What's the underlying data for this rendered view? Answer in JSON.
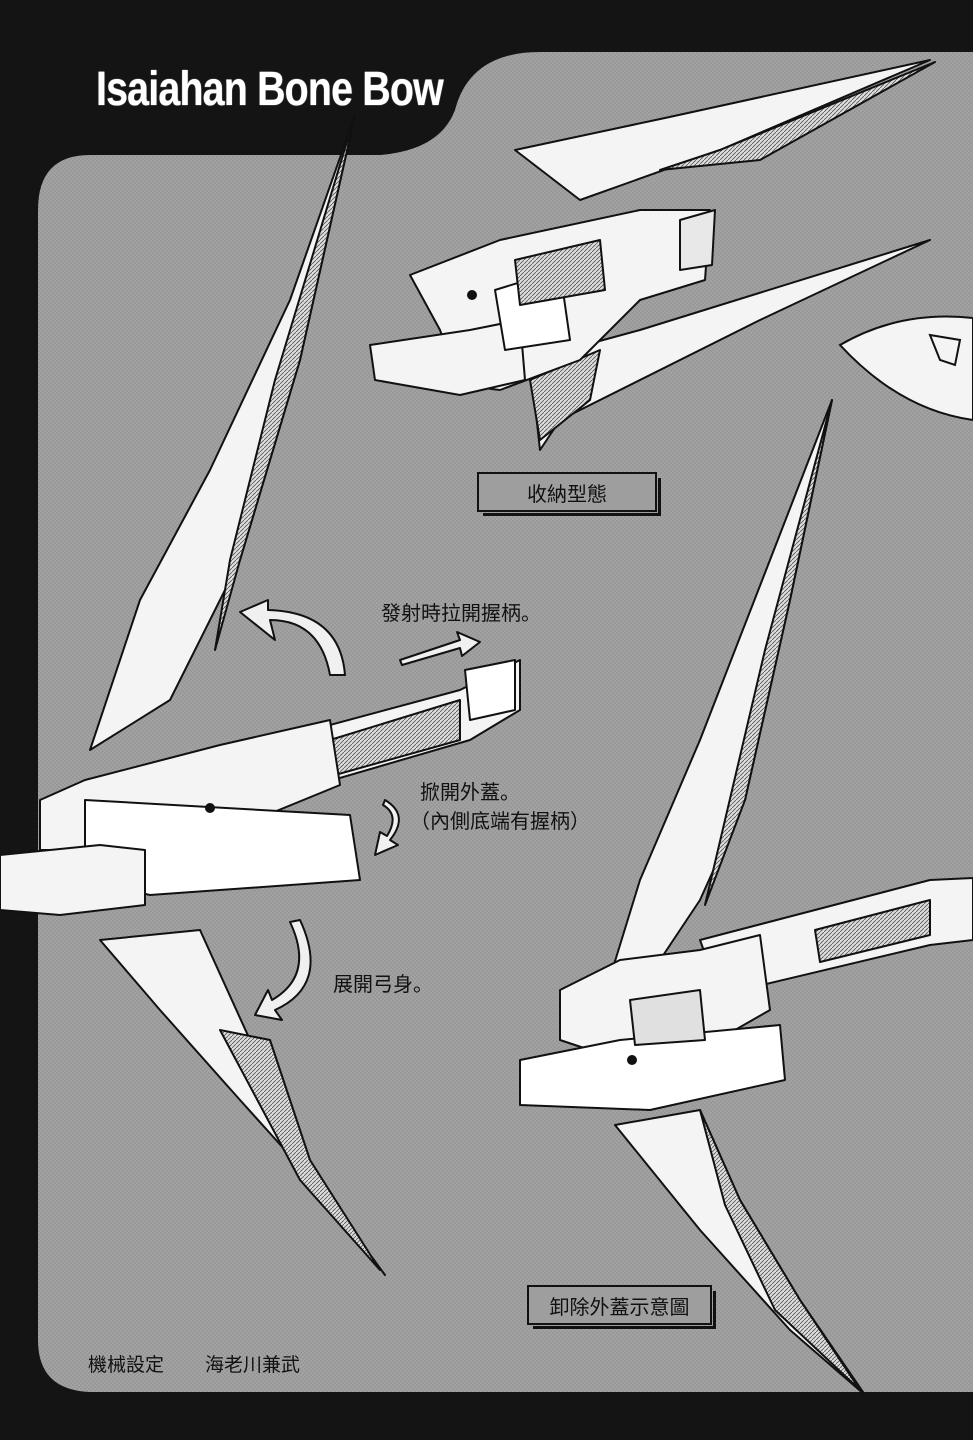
{
  "title": "Isaiahan Bone Bow",
  "labels": {
    "stowed": "收納型態",
    "pull_grip": "發射時拉開握柄。",
    "open_cover_line1": "掀開外蓋。",
    "open_cover_line2": "（內側底端有握柄）",
    "deploy_limbs": "展開弓身。",
    "cover_removed": "卸除外蓋示意圖"
  },
  "credit": {
    "role": "機械設定",
    "name": "海老川兼武"
  },
  "colors": {
    "frame": "#141414",
    "panel": "#9e9e9e",
    "line": "#111111",
    "part": "#f4f4f4"
  }
}
